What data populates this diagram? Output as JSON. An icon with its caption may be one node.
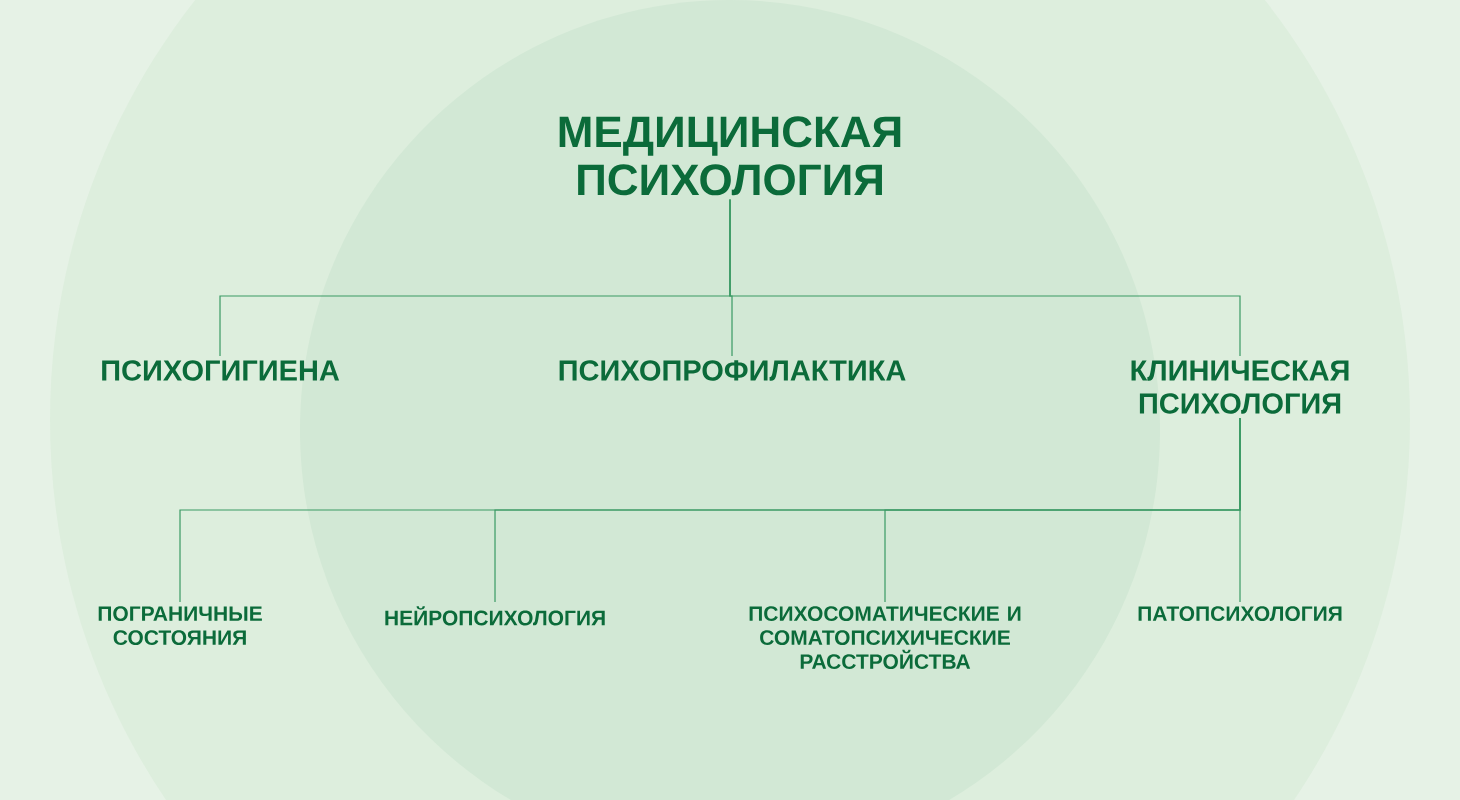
{
  "diagram": {
    "nodes": [
      {
        "text": [
          "МЕДИЦИНСКАЯ ПСИХОЛОГИЯ"
        ]
      },
      {
        "text": [
          "ПСИХОГИГИЕНА"
        ]
      },
      {
        "text": [
          "ПСИХОПРОФИЛАКТИКА"
        ]
      },
      {
        "text": [
          "КЛИНИЧЕСКАЯ ПСИХОЛОГИЯ"
        ]
      },
      {
        "text": [
          "ПОГРАНИЧНЫЕ СОСТОЯНИЯ"
        ]
      },
      {
        "text": [
          "НЕЙРОПСИХОЛОГИЯ"
        ]
      },
      {
        "text": [
          "ПСИХОСОМАТИЧЕСКИЕ И СОМАТОПСИХИЧЕСКИЕ РАССТРОЙСТВА"
        ]
      },
      {
        "text": [
          "ПАТОПСИХОЛОГИЯ"
        ]
      }
    ],
    "edges": [
      {
        "from": 0,
        "to": 1,
        "arrow": "none"
      },
      {
        "from": 0,
        "to": 2,
        "arrow": "none"
      },
      {
        "from": 0,
        "to": 3,
        "arrow": "none"
      },
      {
        "from": 3,
        "to": 4,
        "arrow": "none"
      },
      {
        "from": 3,
        "to": 5,
        "arrow": "none"
      },
      {
        "from": 3,
        "to": 6,
        "arrow": "none"
      },
      {
        "from": 3,
        "to": 7,
        "arrow": "none"
      }
    ]
  }
}
